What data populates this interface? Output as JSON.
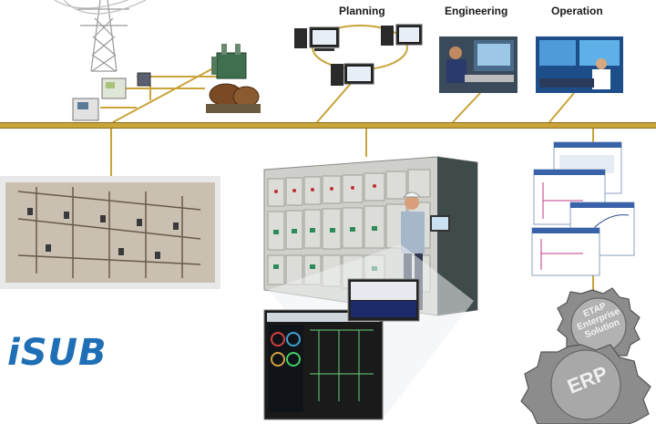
{
  "labels": {
    "planning": "Planning",
    "engineering": "Engineering",
    "operation": "Operation"
  },
  "logo": {
    "text": "iSUB"
  },
  "gears": {
    "etap": [
      "ETAP",
      "Enterprise",
      "Solution"
    ],
    "erp": "ERP"
  },
  "colors": {
    "bus": "#c9a43a",
    "logo": "#1e6fb5",
    "gear": "#8c8c8c",
    "panel": "#d9d9d4"
  }
}
